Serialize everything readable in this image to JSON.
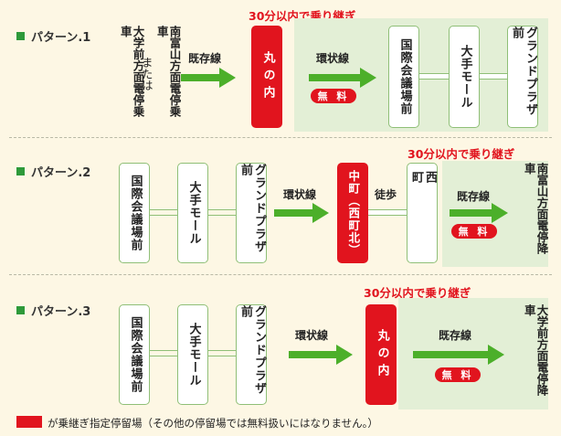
{
  "patterns": [
    {
      "label": "パターン.1",
      "origin_left": "大学前方面電停乗車",
      "origin_or": "または",
      "origin_right": "南富山方面電停乗車",
      "line1_label": "既存線",
      "transfer_stop": "丸の内",
      "transfer_note": "30分以内で乗り継ぎ",
      "line2_label": "環状線",
      "free_label": "無 料",
      "stops": [
        "国際会議場前",
        "大手モール",
        "グランドプラザ前"
      ]
    },
    {
      "label": "パターン.2",
      "stops": [
        "国際会議場前",
        "大手モール",
        "グランドプラザ前"
      ],
      "line1_label": "環状線",
      "transfer_stop": "中町（西町北）",
      "walk_label": "徒歩",
      "walk_stop": "西町",
      "transfer_note": "30分以内で乗り継ぎ",
      "line2_label": "既存線",
      "free_label": "無 料",
      "destination": "南富山方面電停降車"
    },
    {
      "label": "パターン.3",
      "stops": [
        "国際会議場前",
        "大手モール",
        "グランドプラザ前"
      ],
      "line1_label": "環状線",
      "transfer_stop": "丸の内",
      "transfer_note": "30分以内で乗り継ぎ",
      "line2_label": "既存線",
      "free_label": "無 料",
      "destination": "大学前方面電停降車"
    }
  ],
  "legend": {
    "text": "が乗継ぎ指定停留場（その他の停留場では無料扱いにはなりません。）"
  },
  "colors": {
    "red": "#e1141e",
    "green_arrow": "#4caf2a",
    "green_bg": "#e3efd6",
    "background": "#fdf7e4"
  }
}
